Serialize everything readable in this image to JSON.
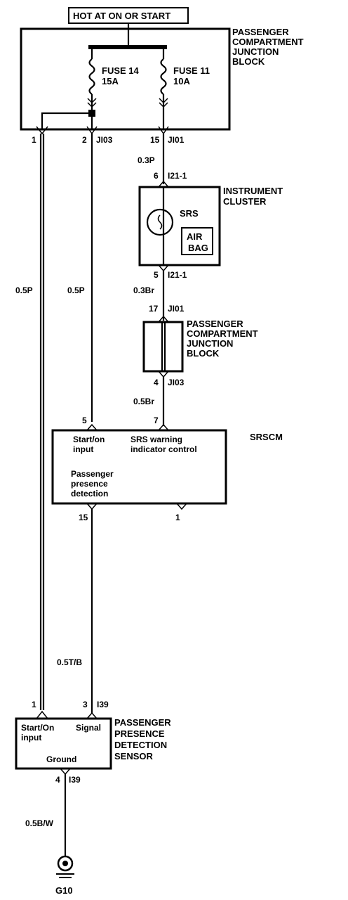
{
  "power": {
    "label": "HOT AT ON OR START"
  },
  "pcjb_top": {
    "name_lines": [
      "PASSENGER",
      "COMPARTMENT",
      "JUNCTION",
      "BLOCK"
    ],
    "fuse_a": {
      "name": "FUSE 14",
      "rating": "15A"
    },
    "fuse_b": {
      "name": "FUSE 11",
      "rating": "10A"
    },
    "pin_left": "1",
    "pin_mid": "2",
    "conn_mid": "JI03",
    "pin_right": "15",
    "conn_right": "JI01"
  },
  "wires": {
    "w_right_top": "0.3P",
    "w_left": "0.5P",
    "w_mid": "0.5P",
    "w_right_mid": "0.3Br",
    "w_right_low": "0.5Br",
    "w_sense": "0.5T/B",
    "w_ground": "0.5B/W"
  },
  "cluster": {
    "name_lines": [
      "INSTRUMENT",
      "CLUSTER"
    ],
    "pin_top": "6",
    "conn_top": "I21-1",
    "pin_bottom": "5",
    "conn_bottom": "I21-1",
    "lamp_label": "SRS",
    "airbag_lines": [
      "AIR",
      "BAG"
    ]
  },
  "pcjb_mid": {
    "name_lines": [
      "PASSENGER",
      "COMPARTMENT",
      "JUNCTION",
      "BLOCK"
    ],
    "pin_top": "17",
    "conn_top": "JI01",
    "pin_bottom": "4",
    "conn_bottom": "JI03"
  },
  "srscm": {
    "name": "SRSCM",
    "pin_a": "5",
    "pin_b": "7",
    "input_lines": [
      "Start/on",
      "input"
    ],
    "warn_lines": [
      "SRS warning",
      "indicator control"
    ],
    "ppd_lines": [
      "Passenger",
      "presence",
      "detection"
    ],
    "pin_c": "15",
    "pin_d": "1"
  },
  "sensor": {
    "name_lines": [
      "PASSENGER",
      "PRESENCE",
      "DETECTION",
      "SENSOR"
    ],
    "pin_a": "1",
    "pin_b": "3",
    "conn": "I39",
    "input_lines": [
      "Start/On",
      "input"
    ],
    "signal": "Signal",
    "ground": "Ground",
    "pin_gnd": "4",
    "conn_gnd": "I39"
  },
  "ground": {
    "label": "G10"
  }
}
